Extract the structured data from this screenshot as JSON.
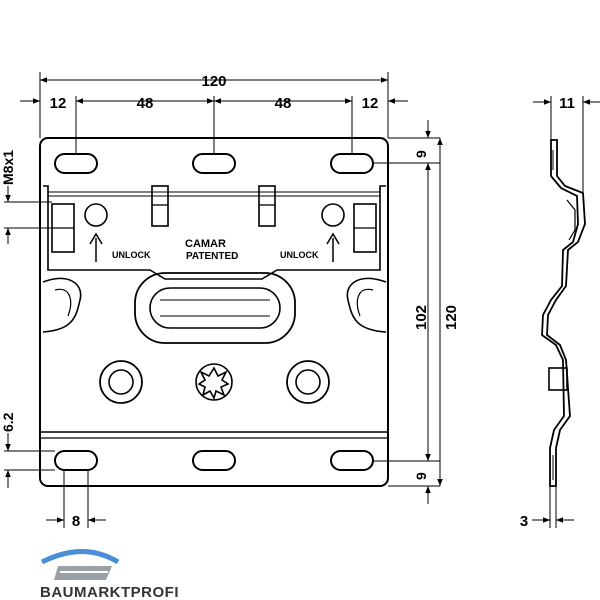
{
  "dimensions": {
    "overall_width": "120",
    "edge_left": "12",
    "hole_spacing_left": "48",
    "hole_spacing_right": "48",
    "edge_right": "12",
    "thread": "M8x1",
    "offset_bottom": "6.2",
    "slot_width": "8",
    "inner_height": "102",
    "overall_height": "120",
    "slot_offset_top": "9",
    "slot_offset_bottom": "9",
    "depth": "11",
    "thickness": "3"
  },
  "labels": {
    "unlock_left": "UNLOCK",
    "unlock_right": "UNLOCK",
    "maker": "CAMAR",
    "patented": "PATENTED"
  },
  "logo": {
    "text": "BAUMARKTPROFI",
    "colors": {
      "blue": "#4a8fd6",
      "gray": "#9aa0a6"
    }
  }
}
